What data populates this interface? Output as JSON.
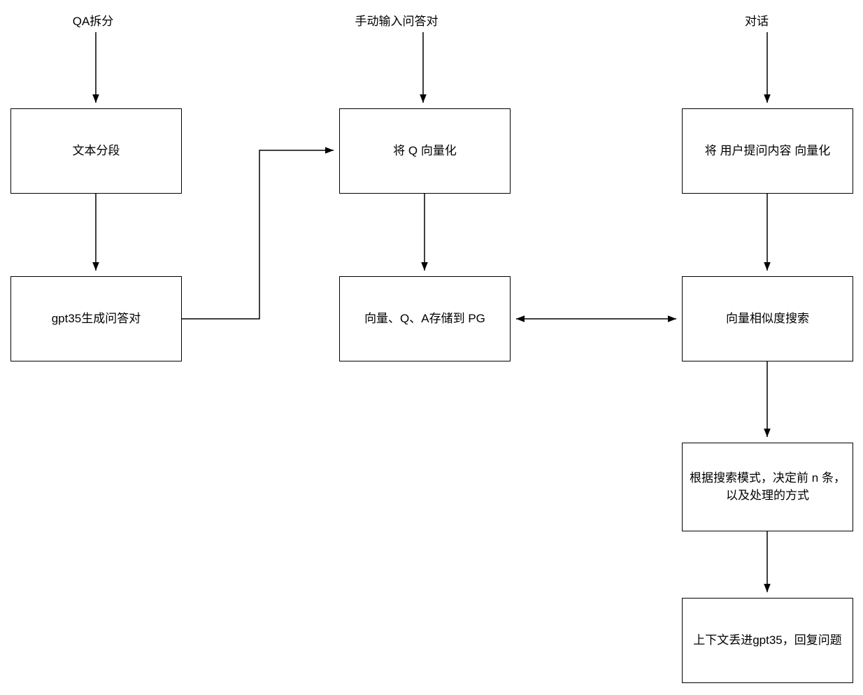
{
  "diagram": {
    "labels": {
      "qa_split": "QA拆分",
      "manual_input": "手动输入问答对",
      "dialogue": "对话"
    },
    "nodes": {
      "text_segmentation": "文本分段",
      "gpt35_generate_qa": "gpt35生成问答对",
      "vectorize_q": "将 Q 向量化",
      "store_to_pg": "向量、Q、A存储到 PG",
      "vectorize_user_question": "将 用户提问内容 向量化",
      "vector_similarity_search": "向量相似度搜索",
      "search_mode_decision": "根据搜索模式，决定前 n 条，以及处理的方式",
      "gpt35_reply": "上下文丢进gpt35，回复问题"
    },
    "line_color": "#000000"
  }
}
